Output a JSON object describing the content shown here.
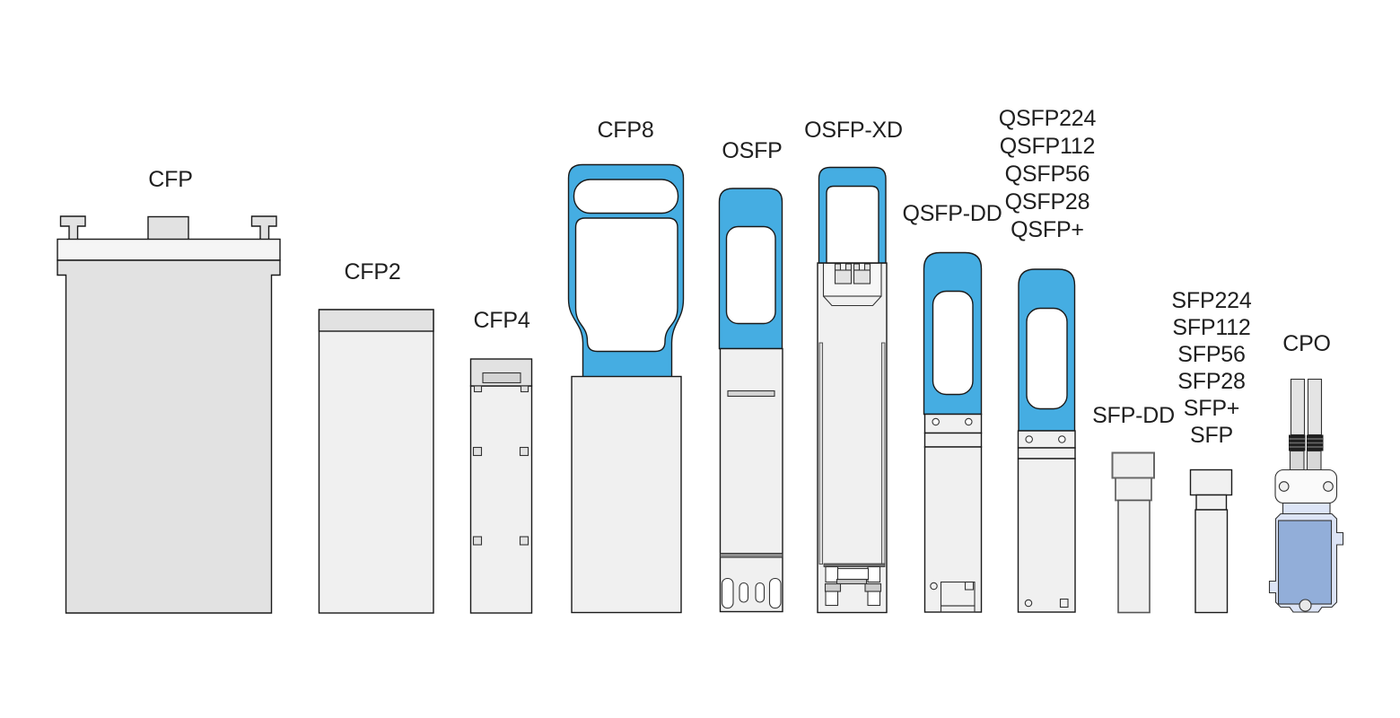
{
  "colors": {
    "background": "#FFFFFF",
    "accent_blue": "#45ADE2",
    "module_gray": "#F0F0F0",
    "module_dark_gray": "#E2E2E2",
    "cpo_body": "#DCE4F6",
    "cpo_panel": "#92AED9",
    "outline": "#1A1A1A",
    "label_text": "#1F1F1F"
  },
  "modules": [
    {
      "name": "cfp",
      "label": "CFP"
    },
    {
      "name": "cfp2",
      "label": "CFP2"
    },
    {
      "name": "cfp4",
      "label": "CFP4"
    },
    {
      "name": "cfp8",
      "label": "CFP8"
    },
    {
      "name": "osfp",
      "label": "OSFP"
    },
    {
      "name": "osfp-xd",
      "label": "OSFP-XD"
    },
    {
      "name": "qsfp-dd",
      "label": "QSFP-DD"
    },
    {
      "name": "qsfp-family",
      "labels": [
        "QSFP224",
        "QSFP112",
        "QSFP56",
        "QSFP28",
        "QSFP+"
      ]
    },
    {
      "name": "sfp-dd",
      "label": "SFP-DD"
    },
    {
      "name": "sfp-family",
      "labels": [
        "SFP224",
        "SFP112",
        "SFP56",
        "SFP28",
        "SFP+",
        "SFP"
      ]
    },
    {
      "name": "cpo",
      "label": "CPO"
    }
  ]
}
